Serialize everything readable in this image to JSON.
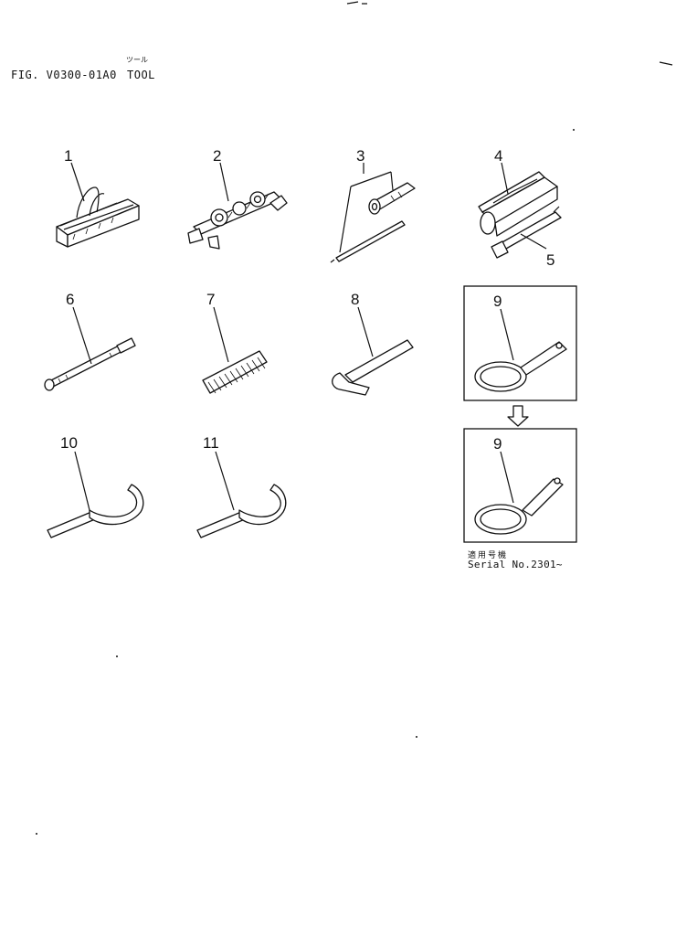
{
  "header": {
    "figure": "FIG. V0300-01A0",
    "title_jp": "ツール",
    "title_en": "TOOL"
  },
  "callouts": [
    "1",
    "2",
    "3",
    "4",
    "5",
    "6",
    "7",
    "8",
    "9",
    "10",
    "11",
    "9"
  ],
  "serial_note": {
    "jp": "適用号機",
    "en": "Serial No.2301~"
  }
}
